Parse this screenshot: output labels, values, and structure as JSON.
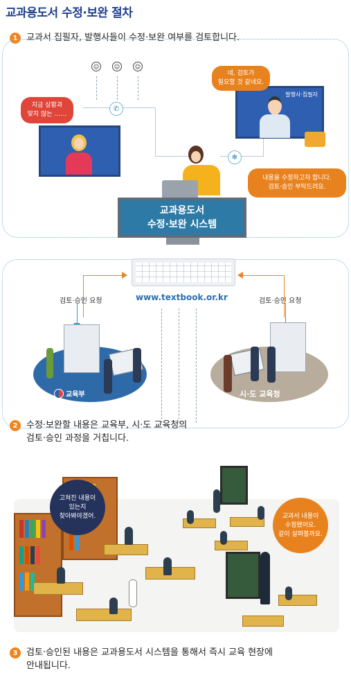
{
  "title": "교과용도서 수정·보완 절차",
  "steps": [
    {
      "num": "1",
      "text": "교과서 집필자, 발행사들이 수정·보완 여부를 검토합니다."
    },
    {
      "num": "2",
      "line1": "수정·보완할 내용은 교육부, 시·도 교육청의",
      "line2": "검토·승인 과정을 거칩니다."
    },
    {
      "num": "3",
      "line1": "검토·승인된 내용은 교과용도서 시스템을 통해서 즉시 교육 현장에",
      "line2": "안내됩니다."
    }
  ],
  "bubbles": {
    "left_line1": "지금 상황과",
    "left_line2": "맞지 않는 ……",
    "top_line1": "네, 검토가",
    "top_line2": "필요할 것 같네요.",
    "right_line1": "내용을 수정하고자 합니다.",
    "right_line2": "검토·승인 부탁드려요.",
    "class_left_line1": "고쳐진 내용이",
    "class_left_line2": "있는지",
    "class_left_line3": "찾아봐야겠어.",
    "class_right_line1": "교과서 내용이",
    "class_right_line2": "수정됐어요.",
    "class_right_line3": "같이 살펴볼까요."
  },
  "screen_label": "발행사·집필자",
  "system": {
    "line1": "교과용도서",
    "line2": "수정·보완 시스템"
  },
  "url": "www.textbook.or.kr",
  "review_left": "검토·승인 요청",
  "review_right": "검토·승인 요청",
  "org_left": "교육부",
  "org_right": "시·도 교육청",
  "icons": [
    "user-icon",
    "phone-icon",
    "globe-icon",
    "folder-icon",
    "keyboard-icon",
    "document-stack-icon",
    "government-emblem-icon",
    "chalkboard-icon",
    "bookshelf-icon"
  ],
  "colors": {
    "title": "#1e3f8f",
    "step_num": "#f0851f",
    "bubble_red": "#e0453a",
    "bubble_orange": "#e8821e",
    "bubble_navy": "#24325c",
    "system_box": "#2e7aa6",
    "url": "#2a6fb0"
  }
}
